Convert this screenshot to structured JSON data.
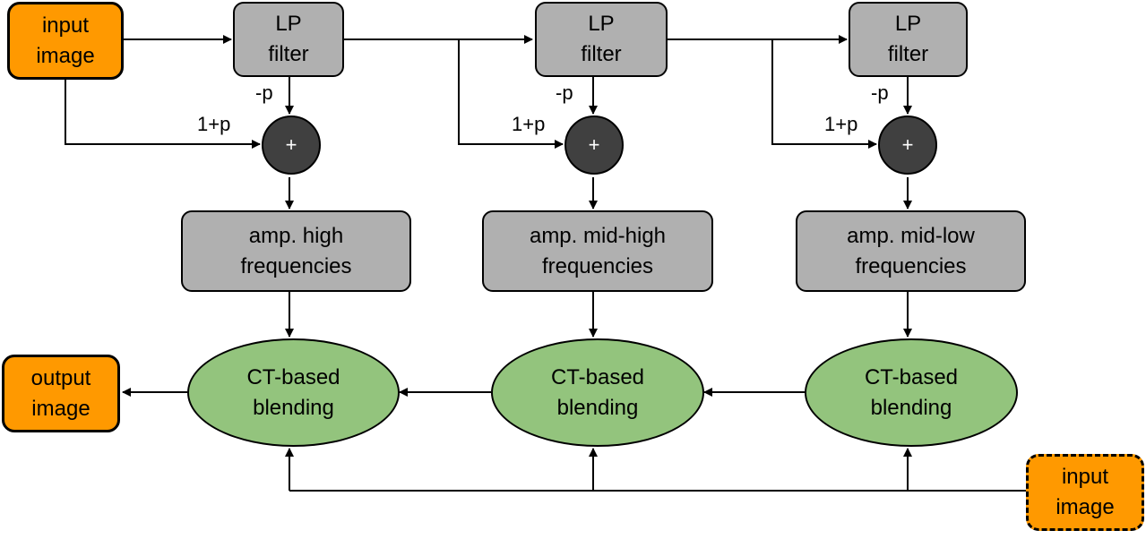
{
  "nodes": {
    "input_image_top": "input\nimage",
    "output_image": "output\nimage",
    "input_image_bottom": "input\nimage",
    "lp_filter": "LP\nfilter",
    "sum_symbol": "+",
    "amp_high": "amp. high\nfrequencies",
    "amp_mid_high": "amp. mid-high\nfrequencies",
    "amp_mid_low": "amp. mid-low\nfrequencies",
    "ct_blending": "CT-based\nblending"
  },
  "edge_labels": {
    "minus_p": "-p",
    "one_plus_p": "1+p"
  },
  "colors": {
    "image_node": "#ff9900",
    "process_node": "#b0b0b0",
    "blend_node": "#93c47d",
    "sum_node": "#404040",
    "line": "#000000"
  }
}
